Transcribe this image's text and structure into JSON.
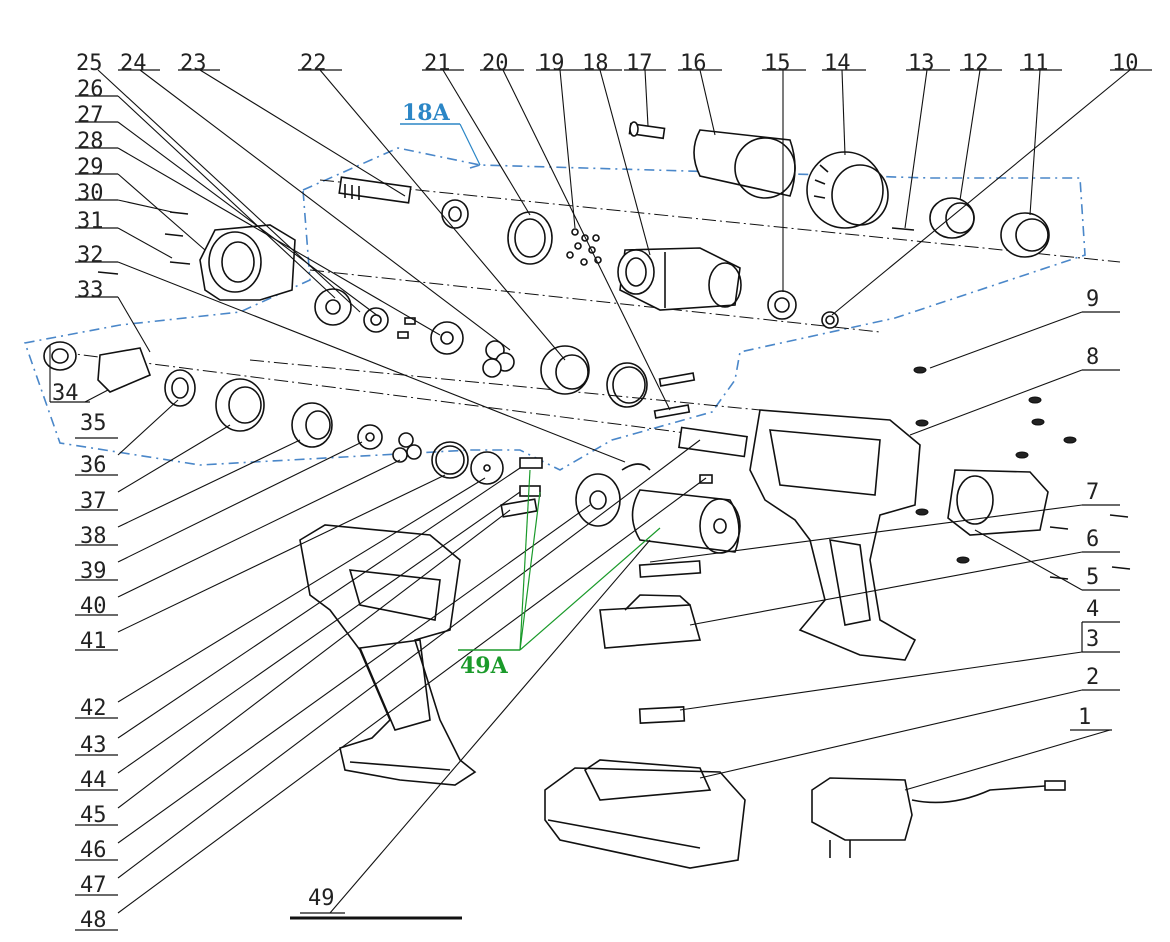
{
  "diagram": {
    "group_labels": {
      "upper": "18A",
      "lower": "49A"
    },
    "top_numbers": [
      "25",
      "24",
      "23",
      "22",
      "21",
      "20",
      "19",
      "18",
      "17",
      "16",
      "15",
      "14",
      "13",
      "12",
      "11",
      "10"
    ],
    "left_numbers": [
      "26",
      "27",
      "28",
      "29",
      "30",
      "31",
      "32",
      "33",
      "34",
      "35",
      "36",
      "37",
      "38",
      "39",
      "40",
      "41",
      "42",
      "43",
      "44",
      "45",
      "46",
      "47",
      "48"
    ],
    "right_numbers": [
      "9",
      "8",
      "7",
      "6",
      "5",
      "4",
      "3",
      "2",
      "1"
    ],
    "bottom_number": "49"
  }
}
